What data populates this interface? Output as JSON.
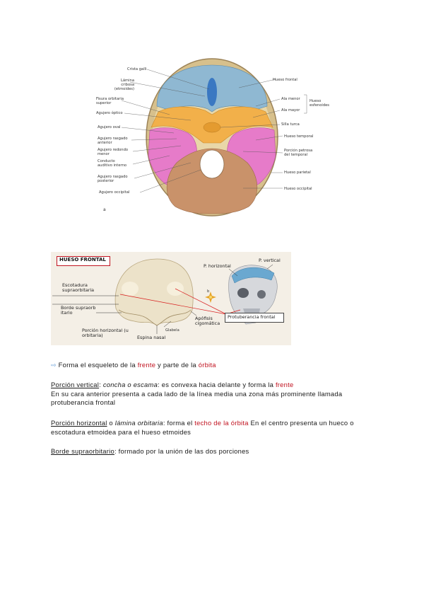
{
  "figure_skull": {
    "letter": "a",
    "labels_left": [
      "Crista galli",
      "Lámina cribosa (etmoides)",
      "Fisura orbitaria superior",
      "Agujero óptico",
      "Agujero oval",
      "Agujero rasgado anterior",
      "Agujero redondo menor",
      "Conducto auditivo interno",
      "Agujero rasgado posterior",
      "Agujero occipital"
    ],
    "labels_right": [
      "Hueso frontal",
      "Ala menor",
      "Ala mayor",
      "Silla turca",
      "Hueso temporal",
      "Porción petrosa del temporal",
      "Hueso parietal",
      "Hueso occipital"
    ],
    "bracket_label": "Hueso esfenoides"
  },
  "figure_frontal": {
    "title": "HUESO FRONTAL",
    "labels": {
      "escotadura": "Escotadura supraorbitaria",
      "borde": "Borde supraorb itario",
      "porcion_horizontal": "Porción horizontal (u orbitaria)",
      "espina_nasal": "Espina nasal",
      "glabela": "Glabela",
      "apofisis": "Apófisis cigomática",
      "protuberancia": "Protuberancia frontal",
      "p_horizontal": "P. horizontal",
      "p_vertical": "P. vertical",
      "b": "b"
    }
  },
  "text": {
    "bullet_arrow": "⇨",
    "line1_a": " Forma el esqueleto de la ",
    "line1_frente": "frente",
    "line1_b": " y parte de la ",
    "line1_orbita": "órbita",
    "pv_title": "Porción vertical",
    "pv_colon": ": ",
    "pv_italic": "concha o escama",
    "pv_text": ": es convexa hacia delante y forma la ",
    "pv_frente": "frente",
    "pv_line2": "En su cara anterior presenta a cada lado de la línea media una zona más prominente llamada",
    "pv_line3": "protuberancia frontal",
    "ph_title": "Porción horizontal",
    "ph_o": " o ",
    "ph_italic": "lámina orbitaria",
    "ph_text": ": forma el ",
    "ph_red": "techo de la órbita",
    "ph_rest": " En el centro presenta un hueco o",
    "ph_line2": "escotadura etmoidea para el hueso etmoides",
    "bs_title": "Borde supraorbitario",
    "bs_text": ": formado por la unión de las dos porciones"
  },
  "colors": {
    "frontal_blue": "#8fb8d2",
    "sphenoid_orange": "#f2b04a",
    "temporal_pink": "#e67bc9",
    "occipital_brown": "#c9926a",
    "parietal_beige": "#e9d7a8",
    "accent_red": "#c1121f"
  }
}
